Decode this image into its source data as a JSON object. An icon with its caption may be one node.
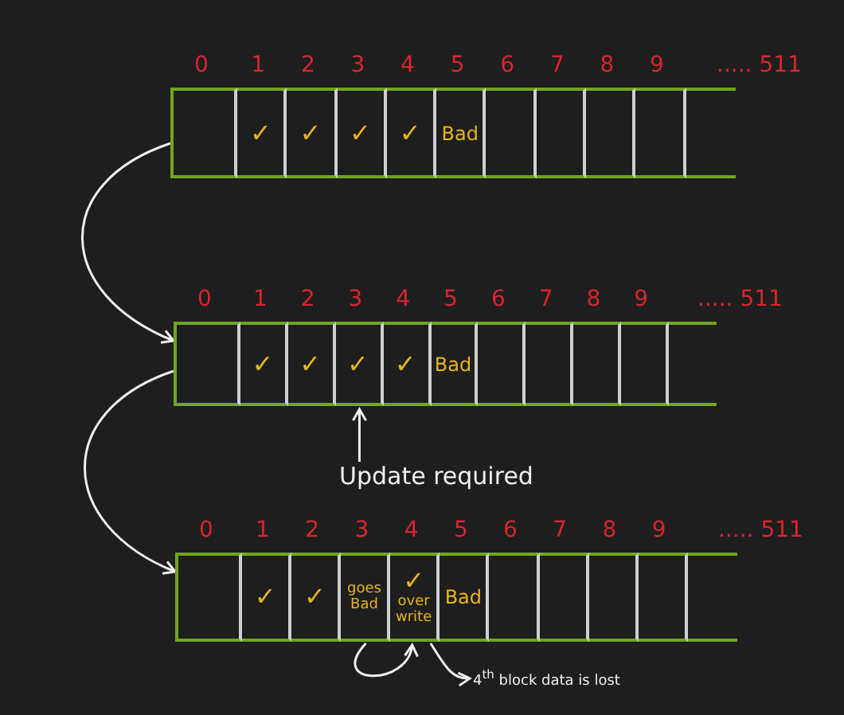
{
  "diagram": {
    "nodes": [
      {
        "text": [],
        "shape": "box"
      },
      {
        "text": [],
        "shape": "box",
        "in": 0
      },
      {
        "text": [
          "✓"
        ],
        "in": 0
      },
      {
        "text": [
          "✓"
        ],
        "in": 0
      },
      {
        "text": [
          "✓"
        ],
        "in": 0
      },
      {
        "text": [
          "✓"
        ],
        "in": 0
      },
      {
        "text": [
          "Bad"
        ],
        "in": 0
      },
      {
        "text": [],
        "shape": "box",
        "in": 0
      },
      {
        "text": [],
        "shape": "box",
        "in": 0
      },
      {
        "text": [],
        "shape": "box",
        "in": 0
      },
      {
        "text": [],
        "shape": "box",
        "in": 0
      },
      {
        "text": [],
        "shape": "box",
        "in": 0
      },
      {
        "text": [],
        "shape": "box"
      },
      {
        "text": [],
        "shape": "box",
        "in": 12
      },
      {
        "text": [
          "✓"
        ],
        "in": 12
      },
      {
        "text": [
          "✓"
        ],
        "in": 12
      },
      {
        "text": [
          "✓"
        ],
        "in": 12
      },
      {
        "text": [
          "✓"
        ],
        "in": 12
      },
      {
        "text": [
          "Bad"
        ],
        "in": 12
      },
      {
        "text": [],
        "shape": "box",
        "in": 12
      },
      {
        "text": [],
        "shape": "box",
        "in": 12
      },
      {
        "text": [],
        "shape": "box",
        "in": 12
      },
      {
        "text": [],
        "shape": "box",
        "in": 12
      },
      {
        "text": [],
        "shape": "box",
        "in": 12
      },
      {
        "text": [
          "Update required"
        ]
      },
      {
        "text": [],
        "shape": "box"
      },
      {
        "text": [],
        "shape": "box",
        "in": 25
      },
      {
        "text": [
          "✓"
        ],
        "in": 25
      },
      {
        "text": [
          "✓"
        ],
        "in": 25
      },
      {
        "text": [
          "goes Bad"
        ],
        "in": 25
      },
      {
        "text": [
          "✓",
          "over write"
        ],
        "in": 25
      },
      {
        "text": [
          "Bad"
        ],
        "in": 25
      },
      {
        "text": [],
        "shape": "box",
        "in": 25
      },
      {
        "text": [],
        "shape": "box",
        "in": 25
      },
      {
        "text": [],
        "shape": "box",
        "in": 25
      },
      {
        "text": [],
        "shape": "box",
        "in": 25
      },
      {
        "text": [],
        "shape": "box",
        "in": 25
      },
      {
        "text": [
          "4$^{th}$ block data is lost"
        ]
      }
    ],
    "edges": [
      {
        "from": 0,
        "to": 12,
        "arrow": "to"
      },
      {
        "from": 12,
        "to": 25,
        "arrow": "to"
      },
      {
        "from": 24,
        "to": 16,
        "arrow": "to"
      },
      {
        "from": 29,
        "to": 30,
        "arrow": "to"
      },
      {
        "from": 30,
        "to": 37,
        "arrow": "to"
      }
    ],
    "labels": [
      "0",
      "1",
      "2",
      "3",
      "4",
      "5",
      "6",
      "7",
      "8",
      "9",
      "..... 511",
      "0",
      "1",
      "2",
      "3",
      "4",
      "5",
      "6",
      "7",
      "8",
      "9",
      "..... 511",
      "0",
      "1",
      "2",
      "3",
      "4",
      "5",
      "6",
      "7",
      "8",
      "9",
      "..... 511"
    ]
  }
}
